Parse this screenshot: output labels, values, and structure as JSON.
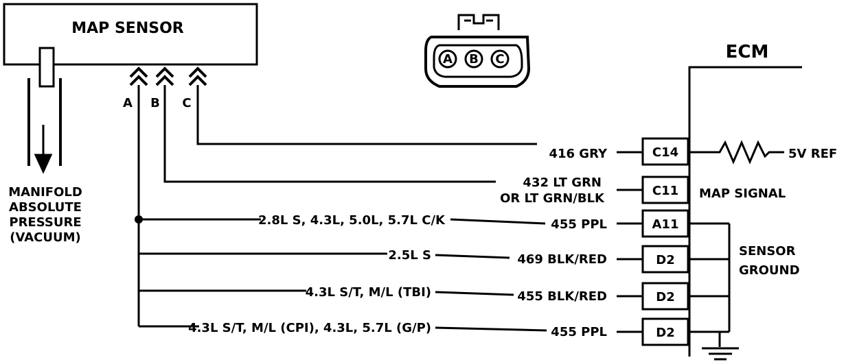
{
  "sensor": {
    "title": "MAP SENSOR",
    "pins": [
      "A",
      "B",
      "C"
    ]
  },
  "manifold_label": [
    "MANIFOLD",
    "ABSOLUTE",
    "PRESSURE",
    "(VACUUM)"
  ],
  "connector": {
    "pins": [
      "A",
      "B",
      "C"
    ]
  },
  "ecm": {
    "title": "ECM",
    "terminals": [
      "C14",
      "C11",
      "A11",
      "D2",
      "D2",
      "D2"
    ],
    "ref_label": "5V REF",
    "map_signal_label": "MAP SIGNAL",
    "ground_label": [
      "SENSOR",
      "GROUND"
    ]
  },
  "wires": {
    "c14": "416  GRY",
    "c11_line1": "432  LT GRN",
    "c11_line2": "OR LT GRN/BLK",
    "a11": "455 PPL",
    "d2_1": "469  BLK/RED",
    "d2_2": "455 BLK/RED",
    "d2_3": "455 PPL"
  },
  "engines": {
    "a11": "2.8L S, 4.3L, 5.0L, 5.7L C/K",
    "d2_1": "2.5L S",
    "d2_2": "4.3L S/T, M/L (TBI)",
    "d2_3": "4.3L S/T, M/L (CPI), 4.3L, 5.7L (G/P)"
  }
}
